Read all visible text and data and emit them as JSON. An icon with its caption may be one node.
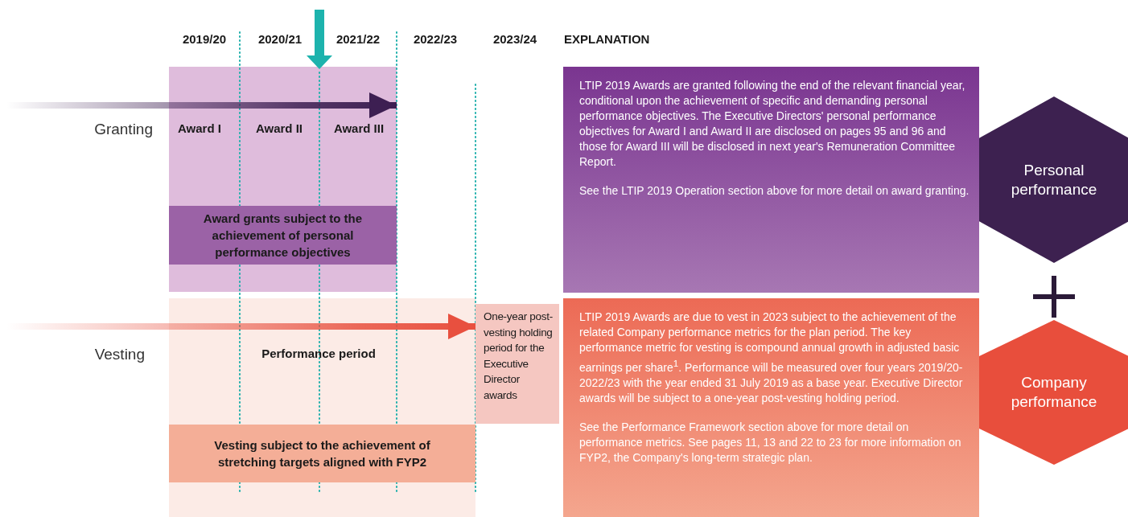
{
  "diagram": {
    "nodes": [
      {
        "text": [],
        "shape": "box"
      },
      {
        "text": [
          "Award grants subject to the achievement of personal performance objectives"
        ],
        "in": 0
      },
      {
        "text": [],
        "shape": "box"
      },
      {
        "text": [
          "Vesting subject to the achievement of stretching targets aligned with FYP2"
        ],
        "in": 2
      },
      {
        "text": [
          "One-year post-vesting holding period for the Executive Director awards"
        ]
      },
      {
        "text": [
          "LTIP 2019 Awards are granted following the end of the relevant financial year, conditional upon the achievement of specific and demanding personal performance objectives. The Executive Directors' personal performance objectives for Award I and Award II are disclosed on pages 95 and 96 and those for Award III will be disclosed in next year's Remuneration Committee Report.",
          "See the LTIP 2019 Operation section above for more detail on award granting."
        ]
      },
      {
        "text": [
          "Personal performance"
        ]
      },
      {
        "text": [
          "LTIP 2019 Awards are due to vest in 2023 subject to the achievement of the related Company performance metrics for the plan period. The key performance metric for vesting is compound annual growth in adjusted basic earnings per share$^{1}$. Performance will be measured over four years 2019/20-2022/23 with the year ended 31 July 2019 as a base year. Executive Director awards will be subject to a one-year post-vesting holding period.",
          "See the Performance Framework section above for more detail on performance metrics. See pages 11, 13 and 22 to 23 for more information on FYP2, the Company's long-term strategic plan."
        ]
      },
      {
        "text": [
          "Company performance"
        ]
      }
    ],
    "edges": [
      {
        "from": null,
        "to": 0,
        "arrow": "to",
        "color": "#3d1f52"
      },
      {
        "from": null,
        "to": 4,
        "arrow": "to",
        "color": "#e8503f"
      }
    ],
    "labels": [
      "2019/20",
      "2020/21",
      "2021/22",
      "2022/23",
      "2023/24",
      "EXPLANATION",
      "Granting",
      "Award I",
      "Award II",
      "Award III",
      "Vesting",
      "Performance period"
    ]
  }
}
